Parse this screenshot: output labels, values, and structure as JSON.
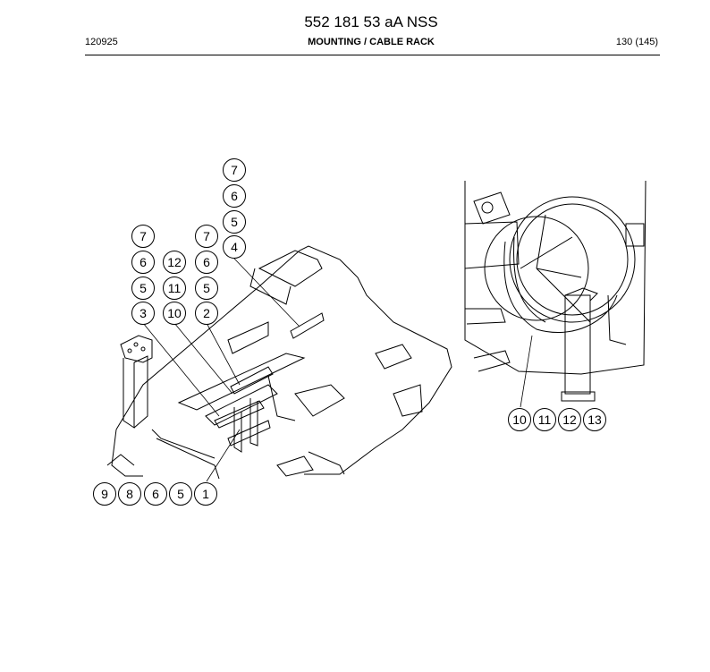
{
  "header": {
    "title": "552 181 53 aA NSS",
    "doc_code": "120925",
    "section": "MOUNTING / CABLE RACK",
    "page": "130 (145)"
  },
  "callouts": {
    "c7a": "7",
    "c6a": "6",
    "c5a": "5",
    "c4a": "4",
    "c7b": "7",
    "c6b": "6",
    "c5b": "5",
    "c3": "3",
    "c12a": "12",
    "c11a": "11",
    "c10a": "10",
    "c7c": "7",
    "c6c": "6",
    "c5c": "5",
    "c2": "2",
    "c9": "9",
    "c8": "8",
    "c6d": "6",
    "c5d": "5",
    "c1": "1",
    "c10b": "10",
    "c11b": "11",
    "c12b": "12",
    "c13": "13"
  }
}
